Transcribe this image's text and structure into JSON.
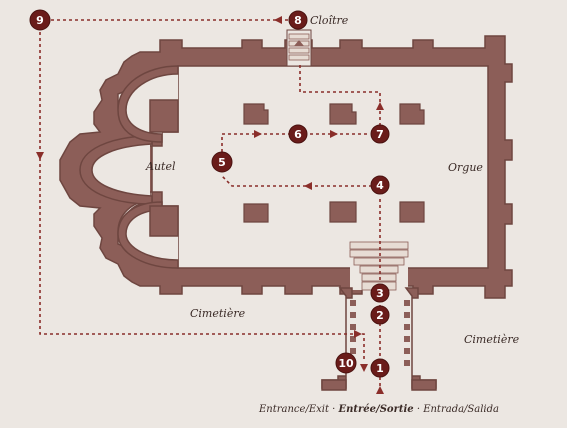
{
  "labels": {
    "cloister": "Cloître",
    "altar": "Autel",
    "organ": "Orgue",
    "cemetery_left": "Cimetière",
    "cemetery_right": "Cimetière"
  },
  "caption": {
    "part1": "Entrance/Exit",
    "sep1": " · ",
    "part2": "Entrée/Sortie",
    "sep2": " · ",
    "part3": "Entrada/Salida"
  },
  "markers": [
    "1",
    "2",
    "3",
    "4",
    "5",
    "6",
    "7",
    "8",
    "9",
    "10"
  ],
  "colors": {
    "wall": "#8c5e58",
    "marker": "#6a1c1a",
    "route": "#8a2e2a",
    "background": "#ece7e2"
  }
}
